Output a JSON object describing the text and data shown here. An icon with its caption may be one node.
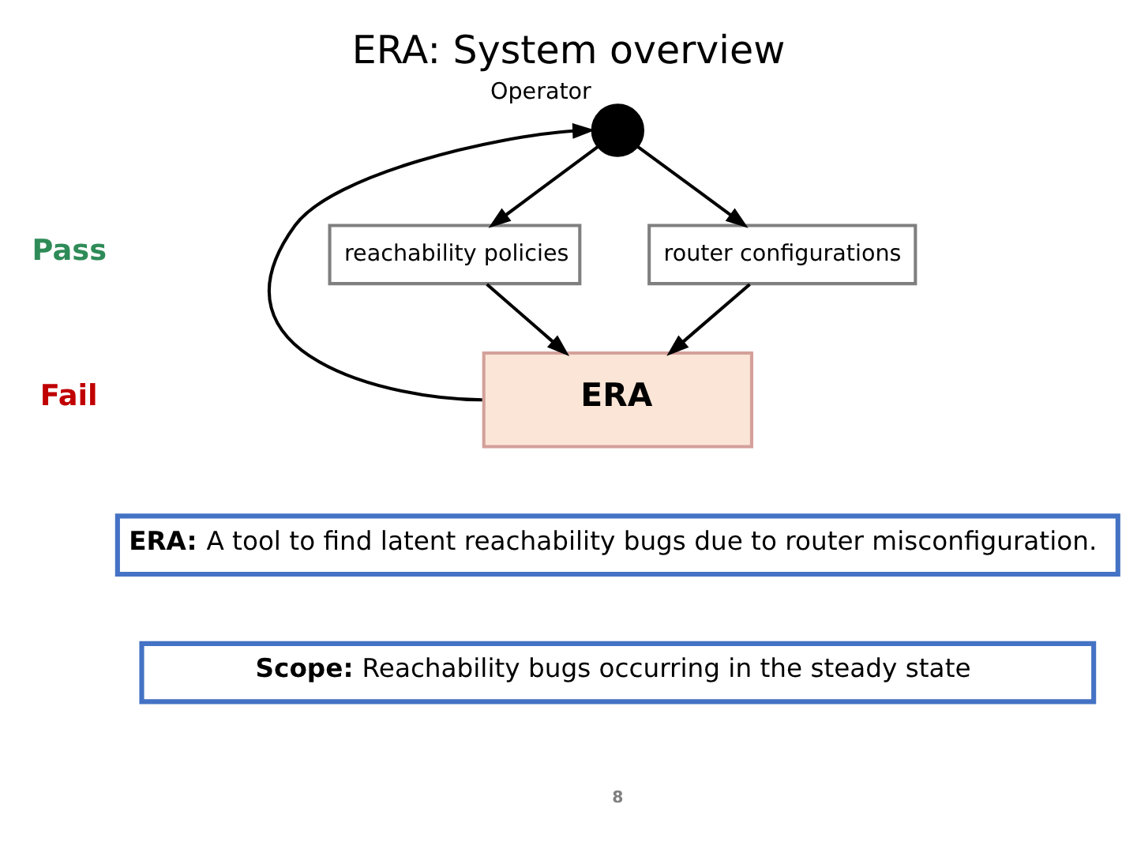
{
  "diagram": {
    "title": "ERA: System overview",
    "nodes": [
      {
        "text": [],
        "shape": "person",
        "beside": [
          "Operator"
        ]
      },
      {
        "text": [
          "router configurations"
        ]
      },
      {
        "text": [
          "reachability policies"
        ]
      },
      {
        "text": [
          "ERA"
        ]
      },
      {
        "text": [
          "**ERA:** A tool to find latent reachability bugs due to router misconfiguration."
        ]
      },
      {
        "text": [
          "**Scope:** Reachability bugs occurring in the steady state"
        ]
      }
    ],
    "edges": [
      {
        "from": 0,
        "to": 1,
        "arrow": "to"
      },
      {
        "from": 0,
        "to": 2,
        "arrow": "to"
      },
      {
        "from": 1,
        "to": 3,
        "arrow": "to"
      },
      {
        "from": 2,
        "to": 3,
        "arrow": "to"
      },
      {
        "from": 3,
        "to": 0,
        "arrow": "to"
      }
    ],
    "labels": [
      "Pass",
      "Fail",
      "8"
    ]
  }
}
